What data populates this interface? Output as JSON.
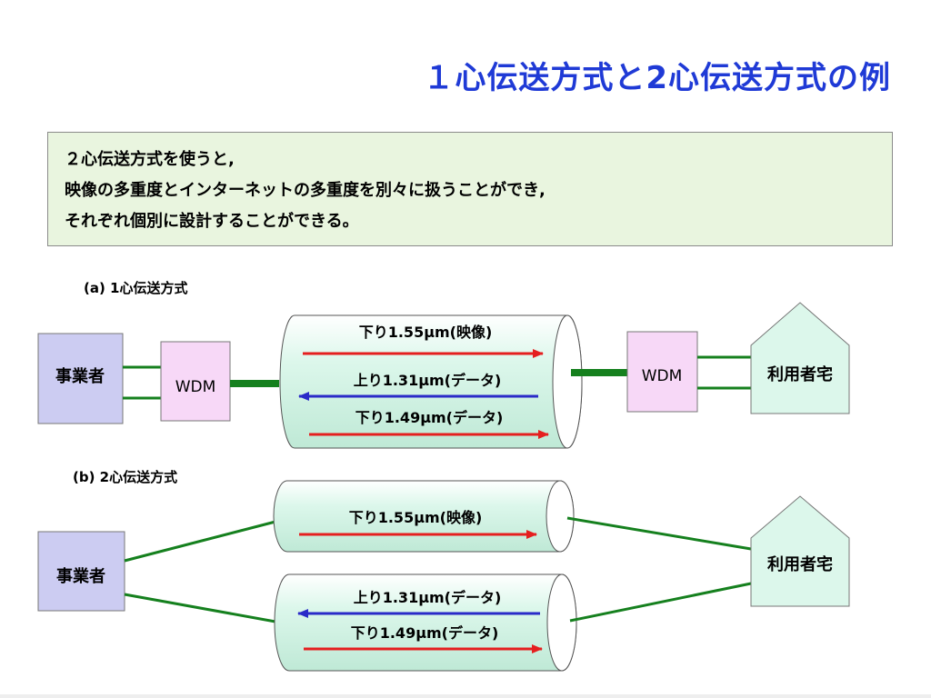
{
  "title": "１心伝送方式と2心伝送方式の例",
  "note": {
    "lines": [
      "２心伝送方式を使うと,",
      "映像の多重度とインターネットの多重度を別々に扱うことができ,",
      "それぞれ個別に設計することができる。"
    ]
  },
  "section_a": {
    "label": "(a) 1心伝送方式",
    "provider": "事業者",
    "wdm_left": "WDM",
    "wdm_right": "WDM",
    "home": "利用者宅",
    "cable_labels": [
      "下り1.55μm(映像)",
      "上り1.31μm(データ)",
      "下り1.49μm(データ)"
    ]
  },
  "section_b": {
    "label": "(b) 2心伝送方式",
    "provider": "事業者",
    "home": "利用者宅",
    "cable1_labels": [
      "下り1.55μm(映像)"
    ],
    "cable2_labels": [
      "上り1.31μm(データ)",
      "下り1.49μm(データ)"
    ]
  },
  "colors": {
    "title": "#1f3ad6",
    "provider_box": "#ccccf2",
    "wdm_box": "#f7d8f7",
    "home_box": "#dcf7eb",
    "cable_fill": "#dcf7eb",
    "fiber_line": "#15801e",
    "downstream_arrow": "#e51f1f",
    "upstream_arrow": "#2a2ac8"
  }
}
